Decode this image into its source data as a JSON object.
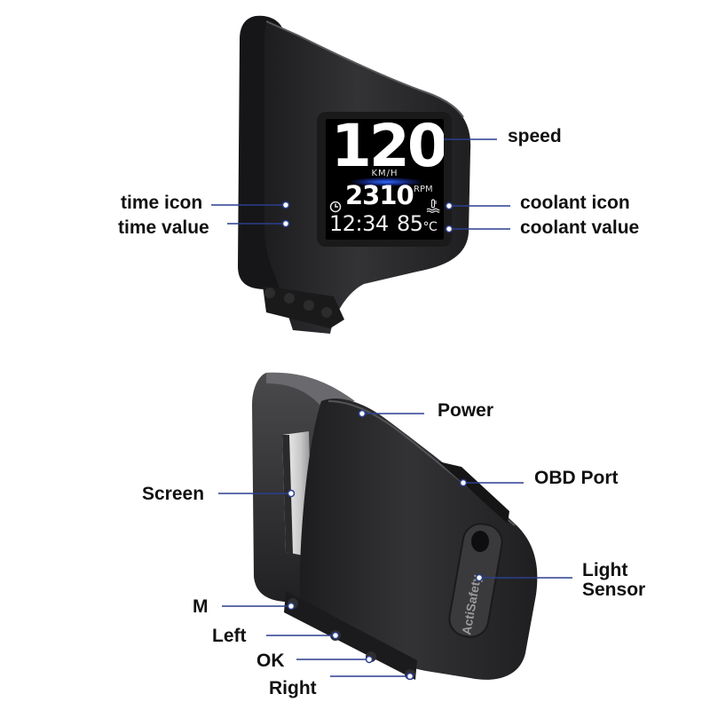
{
  "display": {
    "speed_value": "120",
    "speed_unit": "KM/H",
    "rpm_value": "2310",
    "rpm_unit": "RPM",
    "time_value": "12:34",
    "coolant_value": "85",
    "coolant_unit": "°C"
  },
  "labels": {
    "speed": "speed",
    "time_icon": "time icon",
    "time_value": "time value",
    "coolant_icon": "coolant icon",
    "coolant_value": "coolant value",
    "power": "Power",
    "obd_port": "OBD Port",
    "screen": "Screen",
    "light_sensor_line1": "Light",
    "light_sensor_line2": "Sensor",
    "m": "M",
    "left": "Left",
    "ok": "OK",
    "right": "Right"
  },
  "brand": "ActiSafety",
  "colors": {
    "leader_line": "#2a3f8f",
    "device_body": "#2b2b2d",
    "screen_glow": "#2f6bff"
  },
  "icons": {
    "time": "clock-icon",
    "coolant": "thermometer-icon"
  }
}
